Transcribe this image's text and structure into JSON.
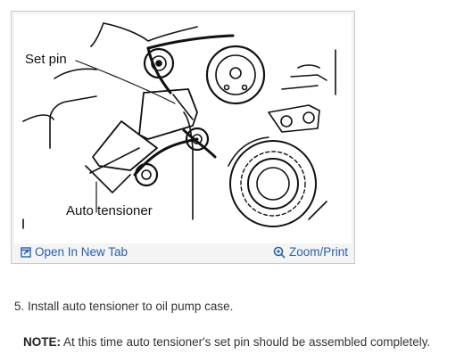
{
  "figure": {
    "callouts": {
      "set_pin": "Set pin",
      "auto_tensioner": "Auto tensioner"
    },
    "toolbar": {
      "open_tab_label": "Open In New Tab",
      "open_tab_icon": "open-new-tab-icon",
      "zoom_label": "Zoom/Print",
      "zoom_icon": "zoom-icon",
      "link_color": "#2a5fa8"
    }
  },
  "instructions": {
    "step": "5. Install auto tensioner to oil pump case.",
    "note_label": "NOTE:",
    "note_text": " At this time auto tensioner's set pin should be assembled completely."
  }
}
